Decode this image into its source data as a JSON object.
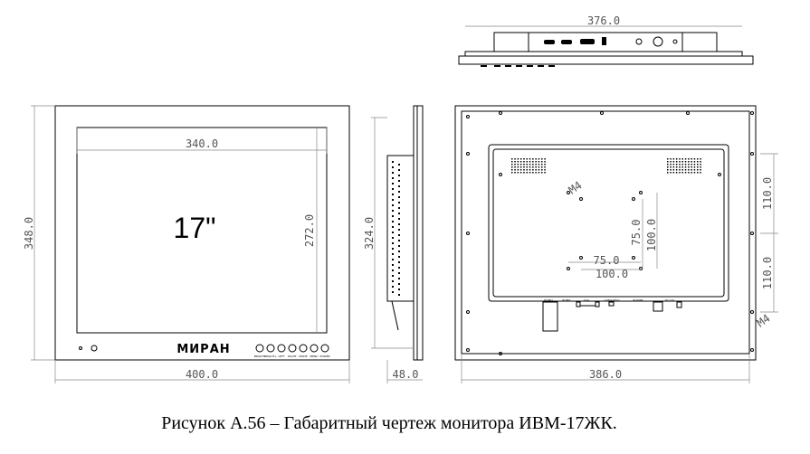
{
  "caption": "Рисунок А.56 – Габаритный чертеж монитора ИВМ-17ЖК.",
  "front": {
    "screen_label": "17\"",
    "logo": "МИРАН",
    "dims": {
      "width_screen": "340.0",
      "height_total": "348.0",
      "height_screen": "272.0",
      "width_total": "400.0"
    },
    "buttons": [
      "BRIGHT-",
      "BRIGHT+",
      "LEFT",
      "RIGHT",
      "MODE",
      "MENU",
      "POWER"
    ]
  },
  "side": {
    "dims": {
      "height": "324.0",
      "depth": "48.0"
    }
  },
  "top": {
    "dims": {
      "width": "376.0"
    }
  },
  "back": {
    "dims": {
      "width": "386.0",
      "spacing_top": "110.0",
      "spacing_bottom": "110.0",
      "vesa75_h": "75.0",
      "vesa100_h": "100.0",
      "vesa75_v": "75.0",
      "vesa100_v": "100.0"
    },
    "thread_label": "M4",
    "ports": [
      "HDMI2",
      "HDMI1",
      "VGA",
      "USB/AUDIO",
      "POWER",
      "DC12V"
    ]
  }
}
